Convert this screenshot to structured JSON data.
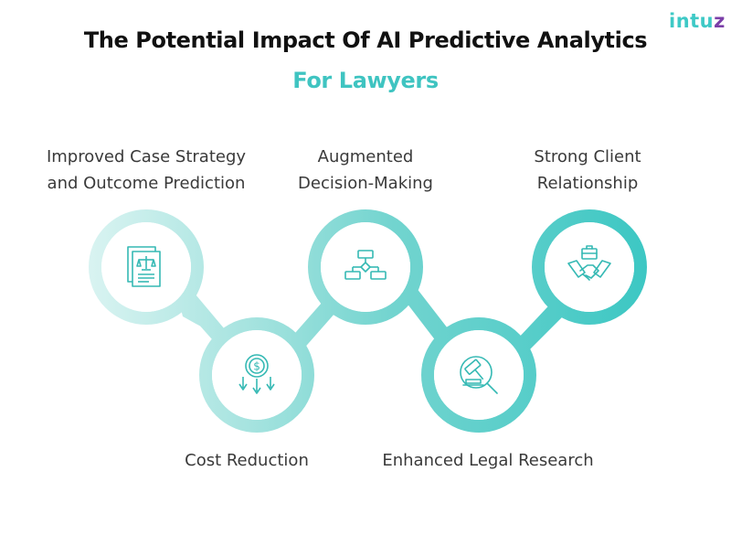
{
  "brand": {
    "logo_text_main": "intu",
    "logo_text_accent": "z"
  },
  "header": {
    "title": "The Potential Impact Of AI Predictive Analytics",
    "subtitle": "For Lawyers"
  },
  "colors": {
    "title": "#111111",
    "accent": "#3fc4c1",
    "logo_z": "#7b3fa8",
    "label": "#3a3a3a",
    "ring_gradient": [
      "#d9f3f1",
      "#9fe1dd",
      "#6fd3ce",
      "#55cdc9",
      "#3cc8c4"
    ]
  },
  "steps": [
    {
      "label_line1": "Improved Case Strategy",
      "label_line2": "and Outcome Prediction",
      "icon": "legal-document-scales-icon",
      "position": "top"
    },
    {
      "label_line1": "Cost Reduction",
      "label_line2": "",
      "icon": "dollar-coin-down-arrows-icon",
      "position": "bottom"
    },
    {
      "label_line1": "Augmented",
      "label_line2": "Decision-Making",
      "icon": "flowchart-decision-icon",
      "position": "top"
    },
    {
      "label_line1": "Enhanced Legal Research",
      "label_line2": "",
      "icon": "gavel-magnifier-icon",
      "position": "bottom"
    },
    {
      "label_line1": "Strong Client",
      "label_line2": "Relationship",
      "icon": "handshake-briefcase-icon",
      "position": "top"
    }
  ]
}
